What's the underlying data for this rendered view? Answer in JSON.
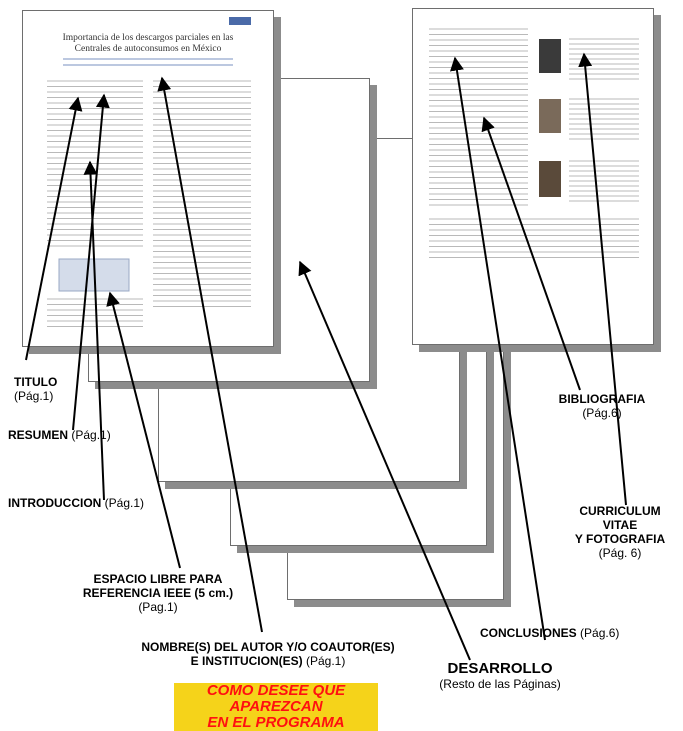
{
  "sample_title": "Importancia de los descargos parciales en las Centrales de autoconsumos en México",
  "labels": {
    "titulo": {
      "main": "TITULO",
      "sub": "(Pág.1)"
    },
    "resumen": {
      "main": "RESUMEN",
      "sub": "(Pág.1)"
    },
    "introduccion": {
      "main": "INTRODUCCION",
      "sub": "(Pág.1)"
    },
    "espacio": {
      "line1": "ESPACIO LIBRE PARA",
      "line2": "REFERENCIA IEEE (5 cm.)",
      "sub": "(Pag.1)"
    },
    "nombre": {
      "line1": "NOMBRE(S) DEL AUTOR Y/O COAUTOR(ES)",
      "line2": "E INSTITUCION(ES)",
      "sub": "(Pág.1)"
    },
    "highlight": {
      "line1": "COMO DESEE QUE APAREZCAN",
      "line2": "EN EL PROGRAMA"
    },
    "desarrollo": {
      "main": "DESARROLLO",
      "sub": "(Resto de las Páginas)"
    },
    "conclusiones": {
      "main": "CONCLUSIONES",
      "sub": "(Pág.6)"
    },
    "bibliografia": {
      "main": "BIBLIOGRAFIA",
      "sub": "(Pág.6)"
    },
    "curriculum": {
      "line1": "CURRICULUM",
      "line2": "VITAE",
      "line3": "Y FOTOGRAFIA",
      "sub": "(Pág. 6)"
    }
  },
  "colors": {
    "highlight_bg": "#f5d31a",
    "highlight_text": "#ff1010"
  }
}
